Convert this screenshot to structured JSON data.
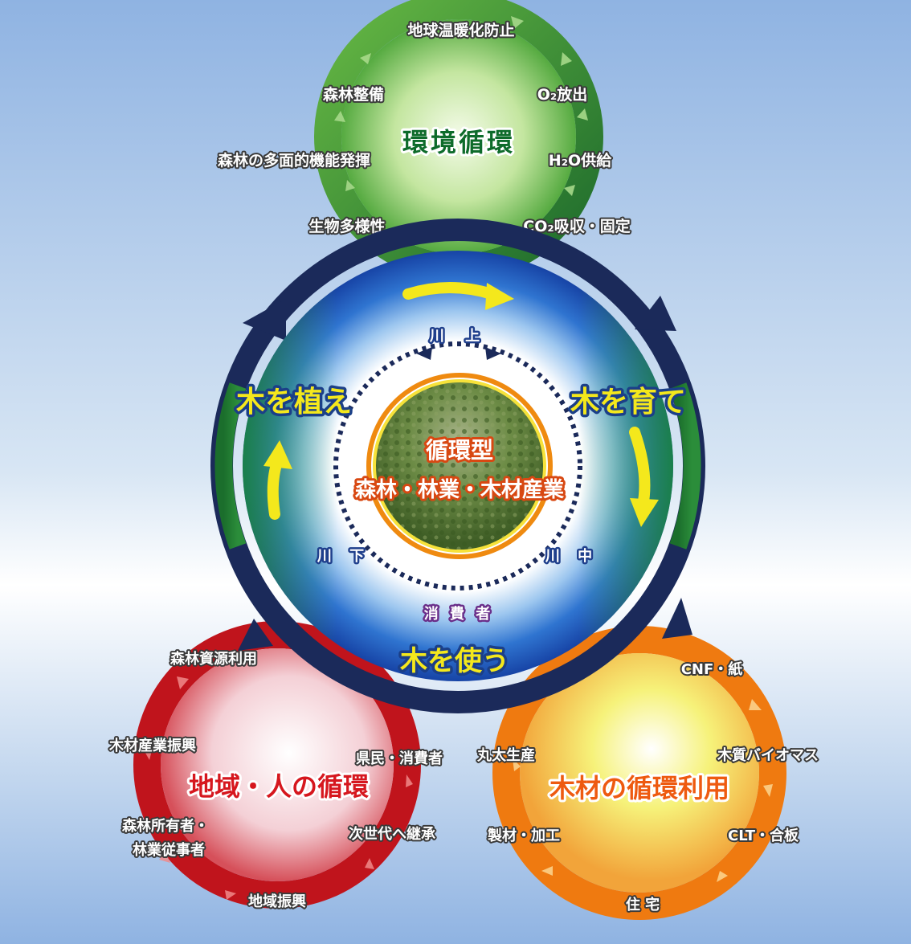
{
  "environment_cycle": {
    "title": "環境循環",
    "items": [
      "地球温暖化防止",
      "O₂放出",
      "H₂O供給",
      "CO₂吸収・固定",
      "生物多様性",
      "森林の多面的機能発揮",
      "森林整備"
    ]
  },
  "forestry_cycle": {
    "actions": {
      "plant": "木を植え",
      "grow": "木を育て",
      "use": "木を使う"
    },
    "river": {
      "upstream": "川 上",
      "midstream": "川 中",
      "downstream": "川 下",
      "consumers": "消 費 者"
    },
    "center": {
      "line1": "循環型",
      "line2": "森林・林業・木材産業"
    }
  },
  "regional_cycle": {
    "title": "地域・人の循環",
    "items": [
      "森林資源利用",
      "県民・消費者",
      "次世代へ継承",
      "地域振興",
      "林業従事者",
      "森林所有者・",
      "木材産業振興"
    ]
  },
  "wood_cycle": {
    "title": "木材の循環利用",
    "items": [
      "CNF・紙",
      "木質バイオマス",
      "CLT・合板",
      "住 宅",
      "製材・加工",
      "丸太生産"
    ]
  },
  "colors": {
    "environment": "#1e7a35",
    "regional": "#c8141e",
    "wood": "#ef7a10",
    "outer_ring": "#1b2a5a",
    "inner_band": "#1a56b8",
    "action_text": "#f4e81c"
  }
}
